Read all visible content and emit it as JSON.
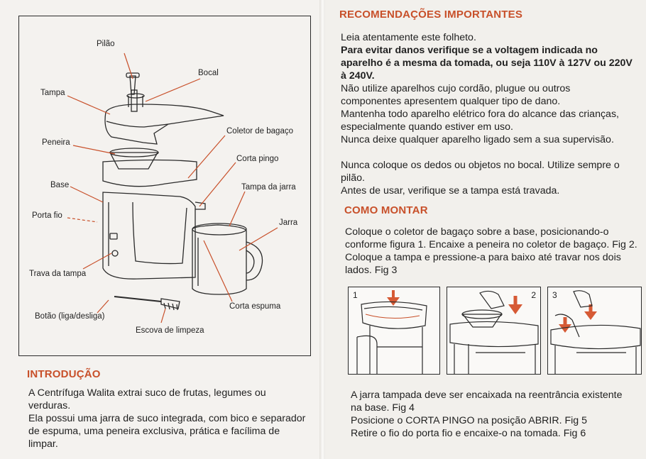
{
  "left": {
    "diagram": {
      "labels": {
        "pilao": "Pilão",
        "bocal": "Bocal",
        "tampa": "Tampa",
        "coletor": "Coletor de bagaço",
        "peneira": "Peneira",
        "corta_pingo": "Corta pingo",
        "base": "Base",
        "tampa_jarra": "Tampa da jarra",
        "porta_fio": "Porta fio",
        "jarra": "Jarra",
        "trava_tampa": "Trava da tampa",
        "corta_espuma": "Corta espuma",
        "botao": "Botão (liga/desliga)",
        "escova": "Escova de limpeza"
      }
    },
    "intro": {
      "title": "INTRODUÇÃO",
      "p1": "A Centrífuga Walita extrai suco de frutas, legumes ou verduras.",
      "p2": "Ela possui uma jarra de suco integrada, com bico e separador de espuma, uma peneira exclusiva, prática e facílima de limpar."
    }
  },
  "right": {
    "recommendations": {
      "title": "RECOMENDAÇÕES IMPORTANTES",
      "p1": "Leia atentamente este folheto.",
      "p2": "Para evitar danos verifique se a voltagem indicada no aparelho é a mesma da tomada, ou seja 110V à 127V ou 220V à 240V.",
      "p3": "Não utilize aparelhos cujo cordão, plugue ou outros componentes apresentem qualquer tipo de dano.",
      "p4": "Mantenha todo aparelho elétrico fora do alcance das crianças, especialmente quando estiver em uso.",
      "p5": "Nunca deixe qualquer aparelho ligado sem a sua supervisão.",
      "p6": "Nunca coloque os dedos ou objetos no bocal. Utilize sempre o pilão.",
      "p7": "Antes de usar, verifique se a tampa está travada."
    },
    "assembly": {
      "title": "COMO MONTAR",
      "p1": "Coloque o coletor de bagaço sobre a base, posicionando-o conforme figura 1. Encaixe a peneira no coletor de bagaço. Fig 2. Coloque a tampa e pressione-a para baixo até travar nos dois lados. Fig 3",
      "figures": [
        "1",
        "2",
        "3"
      ],
      "p2": "A jarra tampada deve ser encaixada na reentrância existente na base. Fig 4",
      "p3": "Posicione o CORTA PINGO na posição ABRIR. Fig 5",
      "p4": "Retire o fio do porta fio e encaixe-o na tomada. Fig 6"
    }
  },
  "colors": {
    "heading": "#c8502a",
    "leader_line": "#c8502a",
    "arrow": "#d65a35",
    "text": "#1f1f1f"
  }
}
